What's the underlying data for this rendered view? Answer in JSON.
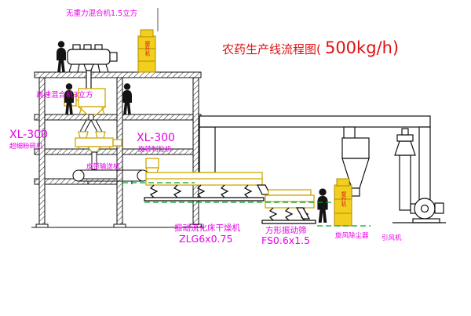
{
  "title": {
    "name": "农药生产线流程图(",
    "capacity": "500kg/h)"
  },
  "equipment": {
    "mixer1": {
      "label": "无重力混合机1.5立方"
    },
    "mixer2": {
      "label": "高速混合机3立方"
    },
    "pulverizer": {
      "model": "XL-300",
      "label": "超细粉碎机"
    },
    "granulator": {
      "model": "XL-300",
      "label": "旋转制粒机"
    },
    "belt_conveyor": {
      "label": "皮带输送机"
    },
    "fluid_bed_dryer": {
      "label": "振动流化床干燥机",
      "model": "ZLG6x0.75"
    },
    "vibrating_screen": {
      "label": "方形振动筛",
      "model": "FS0.6x1.5"
    },
    "cyclone": {
      "label": "旋风除尘器"
    },
    "induced_draft_fan": {
      "label": "引风机"
    },
    "bucket_elevator_1": {
      "label": "提升机"
    },
    "bucket_elevator_2": {
      "label": "提升机"
    }
  },
  "colors": {
    "label_magenta": "#e800e8",
    "title_red": "#e01010",
    "equipment_yellow": "#cfa800",
    "cabinet_fill": "#f2cf1f",
    "foundation_green": "#00a020",
    "line_black": "#111111"
  }
}
